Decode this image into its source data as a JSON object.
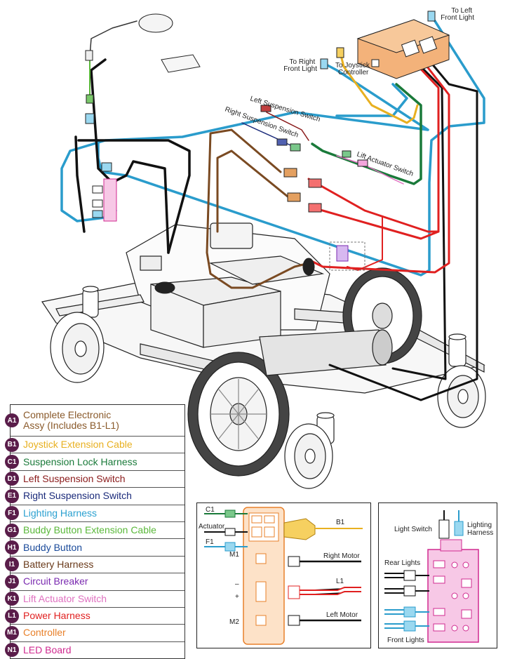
{
  "callouts": {
    "left_front_light": "To Left\nFront Light",
    "right_front_light": "To Right\nFront Light",
    "joystick_controller": "To Joystick\nController",
    "left_suspension_switch": "Left Suspension Switch",
    "right_suspension_switch": "Right Suspension Switch",
    "lift_actuator_switch": "Lift Actuator Switch"
  },
  "legend": [
    {
      "code": "A1",
      "label": "Complete Electronic Assy (Includes B1-L1)",
      "color": "#8a5a2b"
    },
    {
      "code": "B1",
      "label": "Joystick Extension Cable",
      "color": "#e8b020"
    },
    {
      "code": "C1",
      "label": "Suspension Lock Harness",
      "color": "#1a7a3a"
    },
    {
      "code": "D1",
      "label": "Left Suspension Switch",
      "color": "#8a1a1a"
    },
    {
      "code": "E1",
      "label": "Right Suspension Switch",
      "color": "#1a2a7a"
    },
    {
      "code": "F1",
      "label": "Lighting Harness",
      "color": "#2aa0d0"
    },
    {
      "code": "G1",
      "label": "Buddy Button Extension Cable",
      "color": "#5ab83a"
    },
    {
      "code": "H1",
      "label": "Buddy Button",
      "color": "#1a4a9a"
    },
    {
      "code": "I1",
      "label": "Battery Harness",
      "color": "#6a3a1a"
    },
    {
      "code": "J1",
      "label": "Circuit Breaker",
      "color": "#7a2ab0"
    },
    {
      "code": "K1",
      "label": "Lift Actuator Switch",
      "color": "#e070c0"
    },
    {
      "code": "L1",
      "label": "Power Harness",
      "color": "#e02020"
    },
    {
      "code": "M1",
      "label": "Controller",
      "color": "#e8802a"
    },
    {
      "code": "N1",
      "label": "LED Board",
      "color": "#d02a90"
    }
  ],
  "controller_inset": {
    "c1": "C1",
    "actuator": "Actuator",
    "f1": "F1",
    "m1": "M1",
    "m2": "M2",
    "minus": "–",
    "plus": "+",
    "b1": "B1",
    "right_motor": "Right Motor",
    "l1": "L1",
    "left_motor": "Left Motor"
  },
  "led_inset": {
    "light_switch": "Light Switch",
    "lighting_harness": "Lighting\nHarness",
    "rear_lights": "Rear Lights",
    "front_lights": "Front Lights"
  }
}
